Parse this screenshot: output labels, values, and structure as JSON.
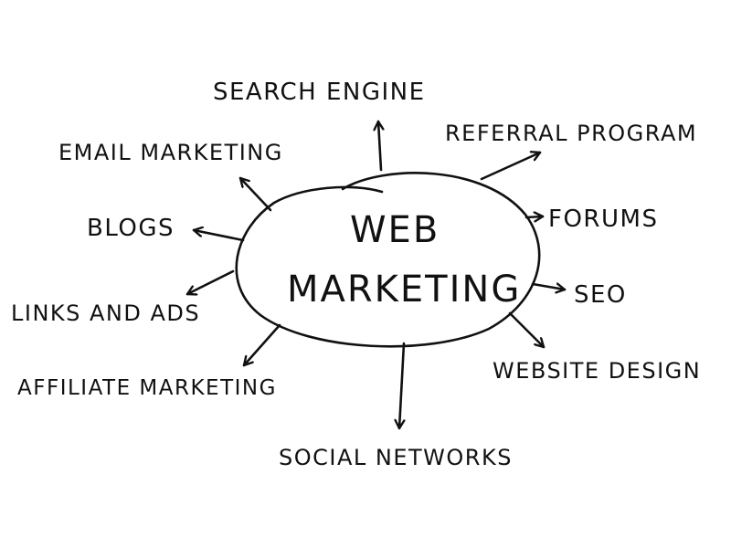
{
  "center": {
    "line1": "WEB",
    "line2": "MARKETING"
  },
  "nodes": {
    "search_engine": "SEARCH ENGINE",
    "referral_program": "REFERRAL PROGRAM",
    "email_marketing": "EMAIL MARKETING",
    "blogs": "BLOGS",
    "forums": "FORUMS",
    "links_and_ads": "LINKS AND ADS",
    "seo": "SEO",
    "affiliate_marketing": "AFFILIATE MARKETING",
    "website_design": "WEBSITE DESIGN",
    "social_networks": "SOCIAL NETWORKS"
  },
  "colors": {
    "ink": "#111111",
    "background": "#ffffff"
  }
}
